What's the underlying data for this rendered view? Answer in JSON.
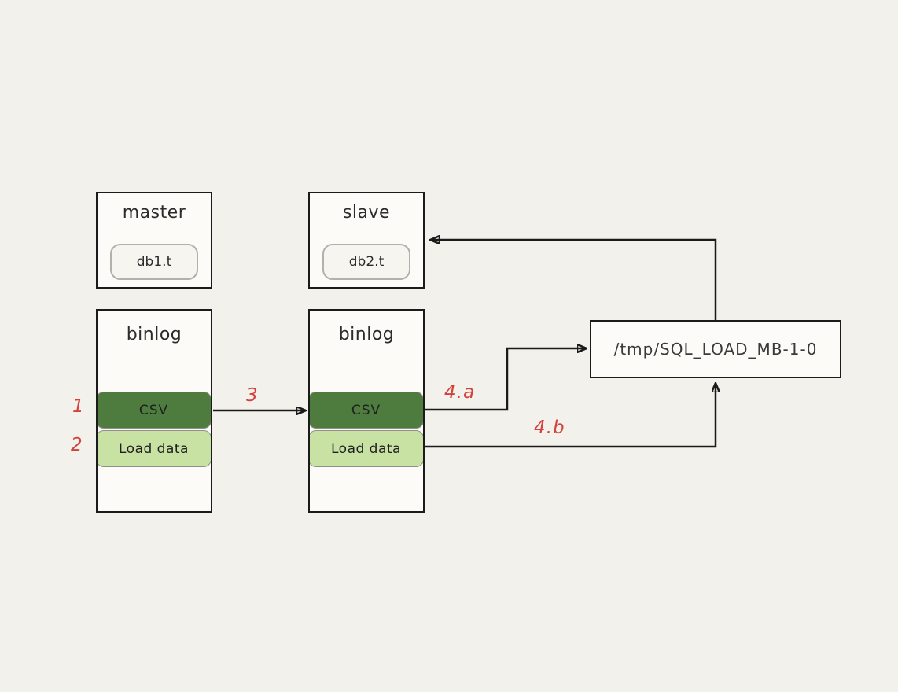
{
  "diagram": {
    "background_color": "#f3f1eb",
    "stroke_color": "#1b1b1b",
    "colors": {
      "csv_fill": "#4e7c3e",
      "load_data_fill": "#c8e2a4",
      "step_label_red": "#d2413c",
      "node_fill": "#fcfbf8",
      "pill_border": "#b3b1ab"
    },
    "nodes": {
      "master": {
        "label": "master",
        "table": "db1.t"
      },
      "slave": {
        "label": "slave",
        "table": "db2.t"
      },
      "binlog_left": {
        "label": "binlog",
        "csv": "CSV",
        "load": "Load data"
      },
      "binlog_right": {
        "label": "binlog",
        "csv": "CSV",
        "load": "Load data"
      },
      "tmp_file": {
        "label": "/tmp/SQL_LOAD_MB-1-0"
      }
    },
    "step_labels": {
      "s1": "1",
      "s2": "2",
      "s3": "3",
      "s4a": "4.a",
      "s4b": "4.b"
    },
    "arrows": [
      {
        "name": "step3-arrow",
        "from": "binlog-left CSV",
        "to": "binlog-right CSV"
      },
      {
        "name": "step4a-arrow",
        "from": "binlog-right CSV",
        "to": "tmp-file left edge"
      },
      {
        "name": "step4b-arrow",
        "from": "binlog-right Load data",
        "to": "tmp-file bottom edge"
      },
      {
        "name": "apply-to-slave-arrow",
        "from": "tmp-file top edge",
        "to": "slave right edge"
      }
    ]
  }
}
